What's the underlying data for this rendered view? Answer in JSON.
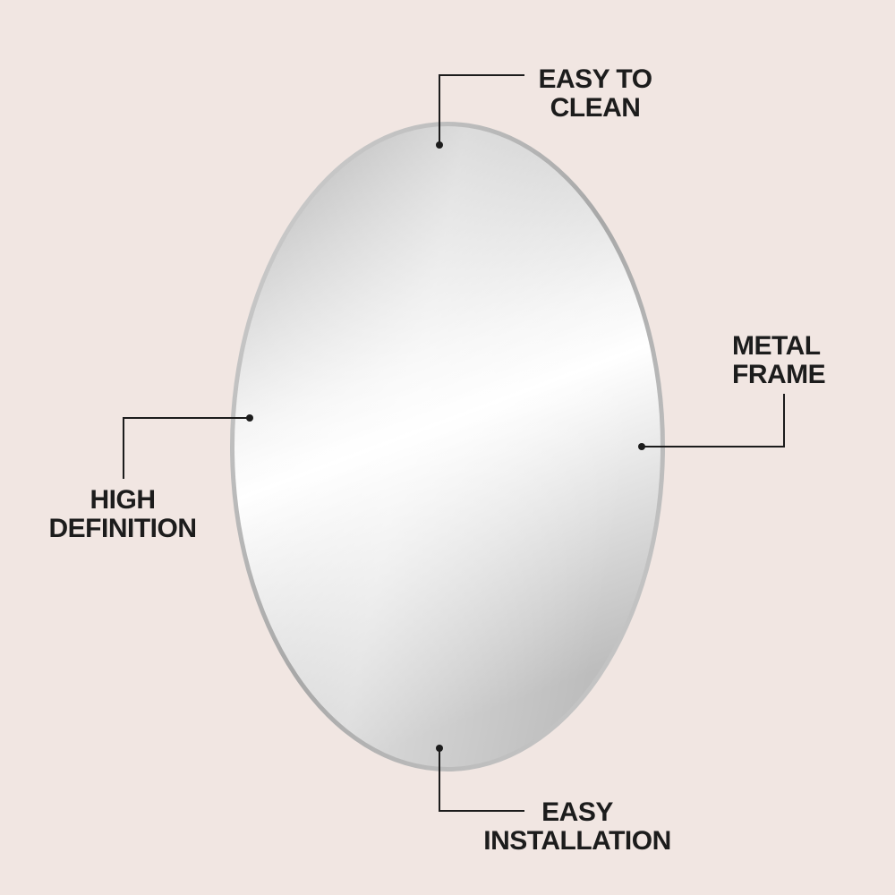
{
  "image": {
    "subject": "oval wall mirror",
    "colors": {
      "background": "#f1e6e2",
      "frame": "#b9b9b9",
      "ink": "#1c1c1c"
    }
  },
  "callouts": [
    {
      "id": "top",
      "lines": [
        "EASY TO",
        "CLEAN"
      ]
    },
    {
      "id": "right",
      "lines": [
        "METAL",
        "FRAME"
      ]
    },
    {
      "id": "left",
      "lines": [
        "HIGH",
        "DEFINITION"
      ]
    },
    {
      "id": "bottom",
      "lines": [
        "EASY",
        "INSTALLATION"
      ]
    }
  ]
}
